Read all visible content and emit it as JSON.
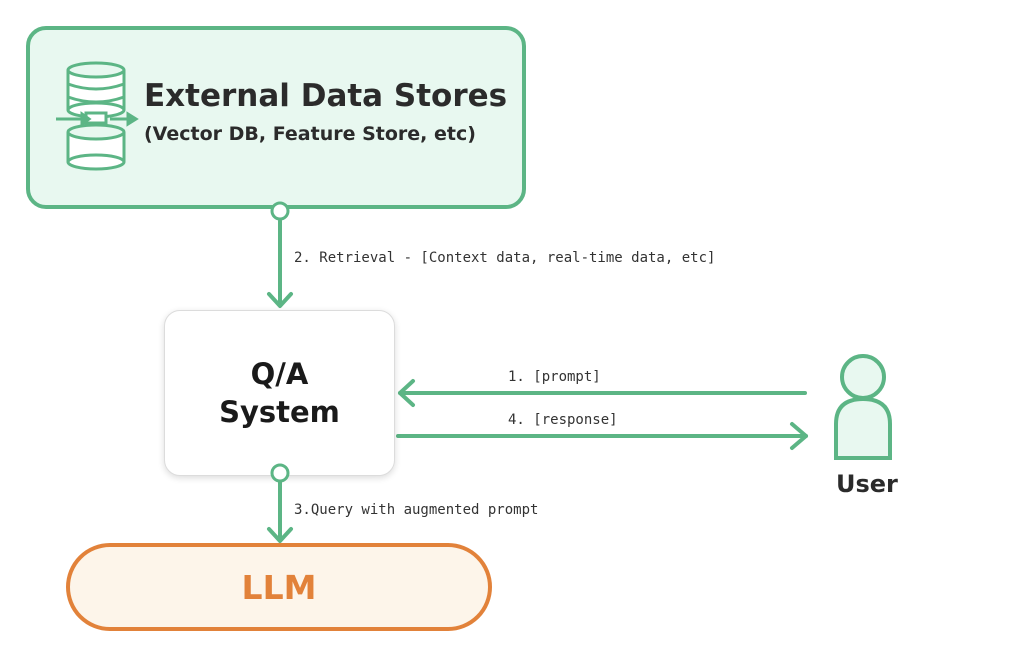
{
  "stores": {
    "title": "External Data Stores",
    "subtitle": "(Vector DB, Feature Store, etc)"
  },
  "qa": {
    "label": "Q/A\nSystem"
  },
  "llm": {
    "label": "LLM"
  },
  "user": {
    "label": "User"
  },
  "edges": {
    "retrieval": "2. Retrieval - [Context data, real-time data, etc]",
    "prompt": "1. [prompt]",
    "response": "4. [response]",
    "query": "3.Query with augmented prompt"
  },
  "colors": {
    "green": "#5cb585",
    "green_fill": "#e8f8f0",
    "orange": "#e2823a",
    "orange_fill": "#fdf5ea"
  }
}
